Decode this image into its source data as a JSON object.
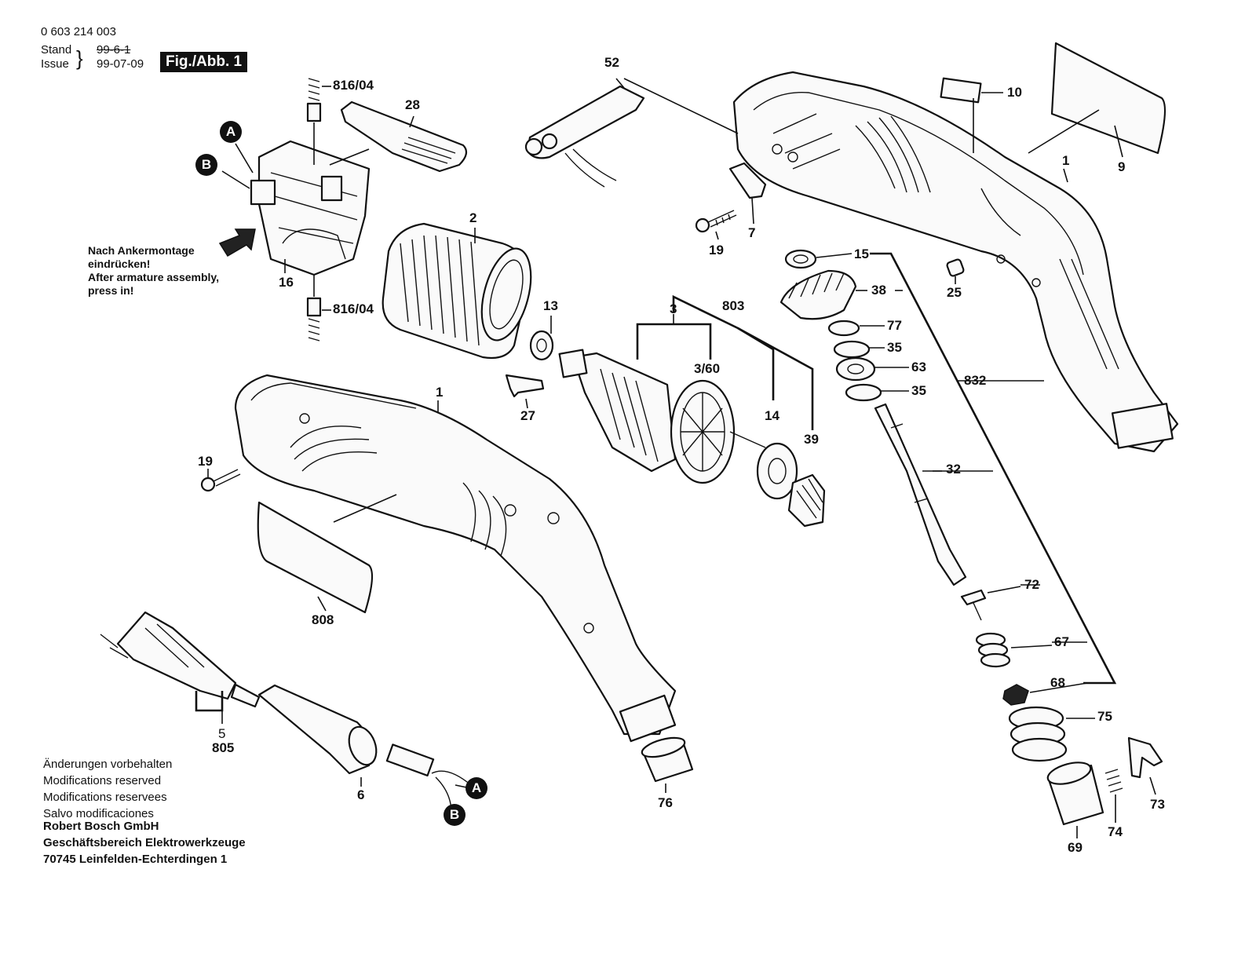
{
  "header": {
    "part_number": "0 603 214 003",
    "stand_label": "Stand",
    "issue_label": "Issue",
    "old_date": "99-6-1",
    "date": "99-07-09",
    "figure_label": "Fig./Abb. 1"
  },
  "notes": {
    "instruction_de_1": "Nach Ankermontage",
    "instruction_de_2": "eindrücken!",
    "instruction_en_1": "After armature assembly,",
    "instruction_en_2": "press in!"
  },
  "footer": {
    "mod_de": "Änderungen vorbehalten",
    "mod_en": "Modifications reserved",
    "mod_fr": "Modifications reservees",
    "mod_es": "Salvo modificaciones",
    "company": "Robert Bosch GmbH",
    "division": "Geschäftsbereich Elektrowerkzeuge",
    "address": "70745 Leinfelden-Echterdingen 1"
  },
  "markers": {
    "a": "A",
    "b": "B"
  },
  "part_labels": {
    "p52": "52",
    "p10": "10",
    "p9": "9",
    "p1_top": "1",
    "p1_left": "1",
    "p816_top": "816/04",
    "p816_bot": "816/04",
    "p28": "28",
    "p16": "16",
    "p2": "2",
    "p13": "13",
    "p27": "27",
    "p19_top": "19",
    "p19_left": "19",
    "p7": "7",
    "p25": "25",
    "p15": "15",
    "p38": "38",
    "p77": "77",
    "p35a": "35",
    "p63": "63",
    "p35b": "35",
    "p832": "832",
    "p3": "3",
    "p803": "803",
    "p360": "3/60",
    "p14": "14",
    "p39": "39",
    "p32": "32",
    "p72": "72",
    "p67": "67",
    "p68": "68",
    "p75": "75",
    "p73": "73",
    "p74": "74",
    "p69": "69",
    "p76": "76",
    "p808": "808",
    "p5": "5",
    "p805": "805",
    "p6": "6"
  }
}
